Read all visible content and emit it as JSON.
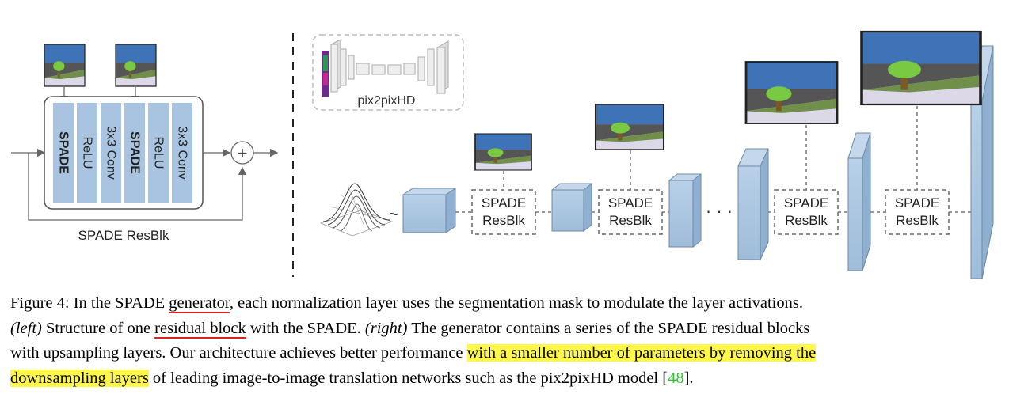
{
  "left": {
    "blocks": [
      "SPADE",
      "ReLU",
      "3x3 Conv",
      "SPADE",
      "ReLU",
      "3x3 Conv"
    ],
    "plus_symbol": "+",
    "title": "SPADE ResBlk"
  },
  "right": {
    "inset_label": "pix2pixHD",
    "tilde": "~",
    "ellipsis": "· · ·",
    "resblk": [
      {
        "line1": "SPADE",
        "line2": "ResBlk"
      },
      {
        "line1": "SPADE",
        "line2": "ResBlk"
      },
      {
        "line1": "SPADE",
        "line2": "ResBlk"
      },
      {
        "line1": "SPADE",
        "line2": "ResBlk"
      }
    ]
  },
  "caption": {
    "l1": "Figure 4: In the SPADE ",
    "l1_underlined": "generator",
    "l1_rest": ", each normalization layer uses the segmentation mask to modulate the layer activations.",
    "l2_left": "(left)",
    "l2_a": " Structure of one ",
    "l2_underlined": "residual block",
    "l2_b": " with the SPADE. ",
    "l2_right": "(right)",
    "l2_c": " The generator contains a series of the SPADE residual blocks",
    "l3_a": "with upsampling layers. Our architecture achieves better performance ",
    "l3_hl": "with a smaller number of parameters by removing the",
    "l4_hl": "downsampling layers",
    "l4_a": " of leading image-to-image translation networks such as the pix2pixHD model [",
    "l4_ref": "48",
    "l4_b": "]."
  },
  "colors": {
    "block_fill": "#a8c4e0",
    "highlight": "#fff84a",
    "ref_link": "#22cc22",
    "sky": "#3f73b8",
    "grass": "#6f8f4a",
    "tree": "#7ac943",
    "road": "#dcd8e8",
    "mountain": "#555555"
  }
}
